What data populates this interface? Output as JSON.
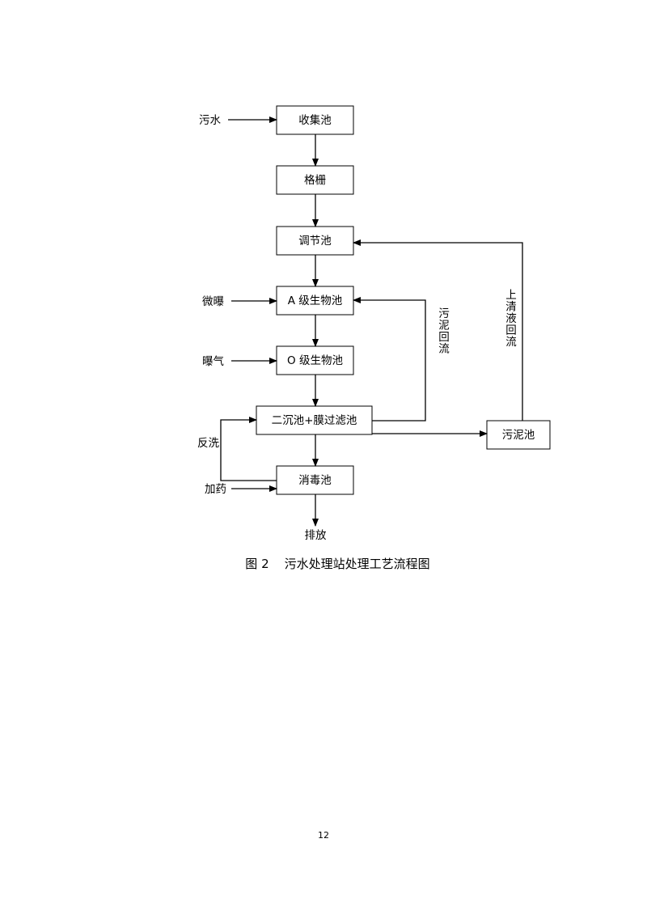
{
  "diagram": {
    "nodes": {
      "collection_tank": "收集池",
      "grille": "格栅",
      "regulating_tank": "调节池",
      "a_tank": "A 级生物池",
      "o_tank": "O 级生物池",
      "secondary_clarifier": "二沉池+膜过滤池",
      "disinfection_tank": "消毒池",
      "sludge_tank": "污泥池"
    },
    "inputs": {
      "wastewater": "污水",
      "micro_aeration": "微曝",
      "aeration": "曝气",
      "backwash": "反洗",
      "dosing": "加药",
      "discharge": "排放"
    },
    "loops": {
      "sludge_return": "污泥回流",
      "supernatant_return": "上清液回流"
    }
  },
  "caption": "图 2    污水处理站处理工艺流程图",
  "page_number": "12"
}
